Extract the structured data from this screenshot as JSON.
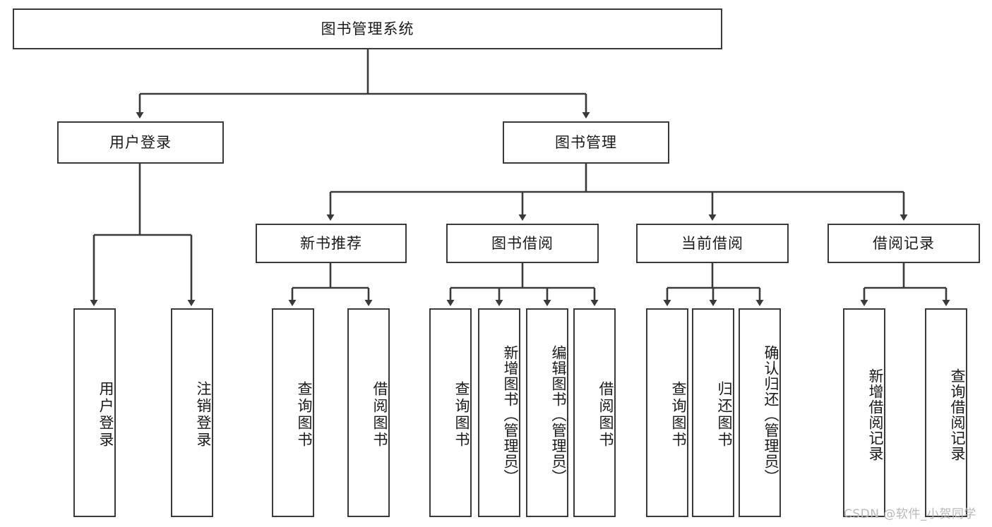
{
  "diagram": {
    "kind": "tree-structure-chart",
    "title": "图书管理系统",
    "root": {
      "id": "root",
      "label": "图书管理系统"
    },
    "level2": [
      {
        "id": "user-login",
        "label": "用户登录"
      },
      {
        "id": "book-manage",
        "label": "图书管理"
      }
    ],
    "level3": [
      {
        "id": "new-book-recommend",
        "label": "新书推荐",
        "parent": "book-manage"
      },
      {
        "id": "book-borrow",
        "label": "图书借阅",
        "parent": "book-manage"
      },
      {
        "id": "current-borrow",
        "label": "当前借阅",
        "parent": "book-manage"
      },
      {
        "id": "borrow-record",
        "label": "借阅记录",
        "parent": "book-manage"
      }
    ],
    "leaves": {
      "user_login": [
        {
          "id": "leaf-user-login",
          "label": "用户登录"
        },
        {
          "id": "leaf-logout-login",
          "label": "注销登录"
        }
      ],
      "new_book_recommend": [
        {
          "id": "leaf-query-book-1",
          "label": "查询图书"
        },
        {
          "id": "leaf-borrow-book-1",
          "label": "借阅图书"
        }
      ],
      "book_borrow": [
        {
          "id": "leaf-query-book-2",
          "label": "查询图书"
        },
        {
          "id": "leaf-add-book",
          "label": "新增图书（管理员）"
        },
        {
          "id": "leaf-edit-book",
          "label": "编辑图书（管理员）"
        },
        {
          "id": "leaf-borrow-book-2",
          "label": "借阅图书"
        }
      ],
      "current_borrow": [
        {
          "id": "leaf-query-book-3",
          "label": "查询图书"
        },
        {
          "id": "leaf-return-book",
          "label": "归还图书"
        },
        {
          "id": "leaf-confirm-return",
          "label": "确认归还（管理员）"
        }
      ],
      "borrow_record": [
        {
          "id": "leaf-add-record",
          "label": "新增借阅记录"
        },
        {
          "id": "leaf-query-record",
          "label": "查询借阅记录"
        }
      ]
    }
  },
  "watermark": {
    "text": "CSDN @软件_小贺同学"
  },
  "colors": {
    "stroke": "#3a3a3a",
    "fill": "#ffffff",
    "text": "#1a1a1a",
    "watermark": "#b9b9b9",
    "background": "#ffffff"
  }
}
